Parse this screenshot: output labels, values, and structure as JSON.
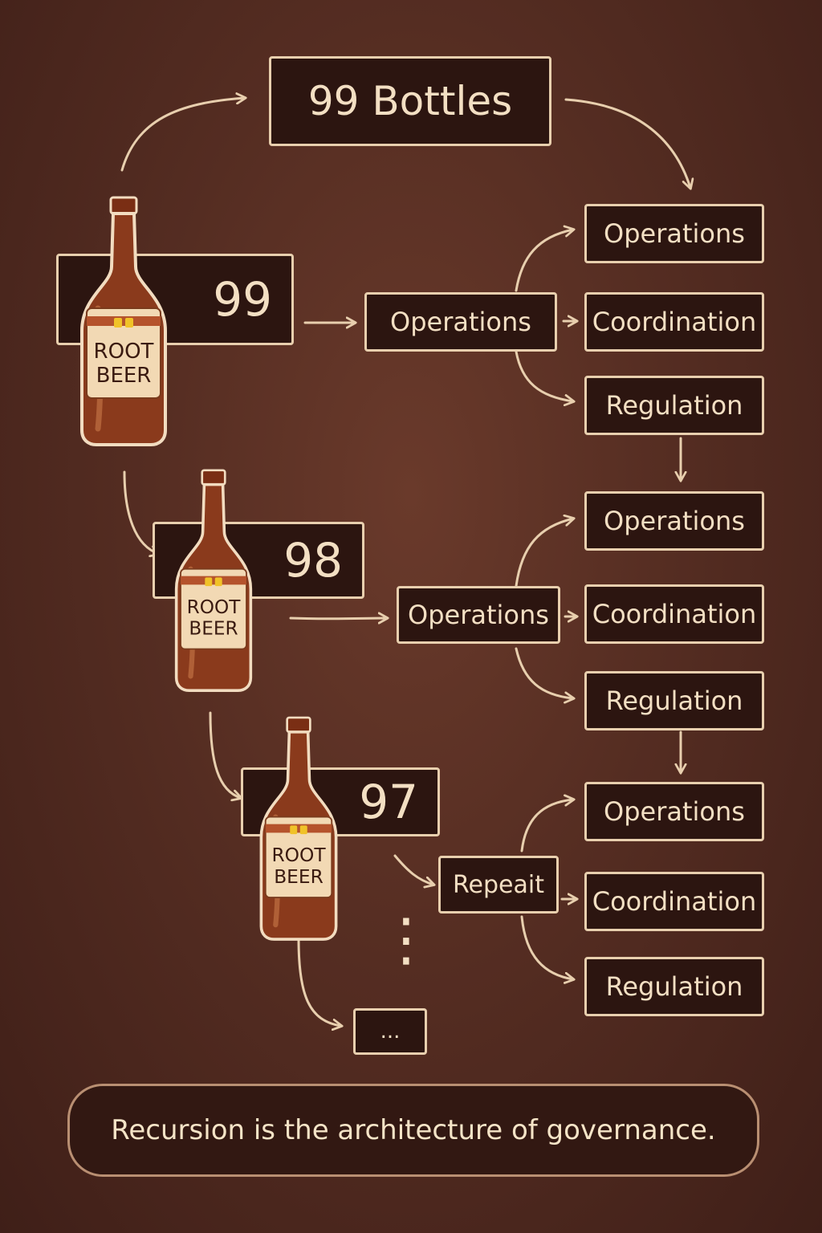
{
  "title": "99 Bottles",
  "stages": [
    {
      "number": "99",
      "hub": "Operations",
      "outputs": [
        "Operations",
        "Coordination",
        "Regulation"
      ]
    },
    {
      "number": "98",
      "hub": "Operations",
      "outputs": [
        "Operations",
        "Coordination",
        "Regulation"
      ]
    },
    {
      "number": "97",
      "hub": "Repeait",
      "outputs": [
        "Operations",
        "Coordination",
        "Regulation"
      ]
    }
  ],
  "bottle_label": {
    "line1": "ROOT",
    "line2": "BEER"
  },
  "continuation": "...",
  "continuation_dots": "⋮",
  "footer": "Recursion is the architecture of governance.",
  "colors": {
    "background": "#552d22",
    "box_fill": "#2c1510",
    "box_border": "#e8cfae",
    "text": "#f3dfc3",
    "bottle_glass": "#8a3a1c",
    "bottle_label": "#f2d9b4"
  }
}
